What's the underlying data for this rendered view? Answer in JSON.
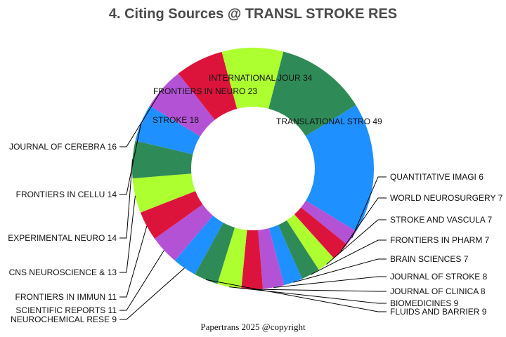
{
  "footer": "Papertrans 2025 @copyright",
  "colors": {
    "blue": "#1e90ff",
    "purple": "#b452d6",
    "red": "#dc143c",
    "lime": "#adff2f",
    "green": "#2e8b57"
  },
  "chart_data": {
    "type": "pie",
    "donut": true,
    "title": "4. Citing Sources @ TRANSL STROKE RES",
    "slices": [
      {
        "label": "TRANSLATIONAL STRO",
        "value": 49,
        "color": "#1e90ff"
      },
      {
        "label": "QUANTITATIVE IMAGI",
        "value": 6,
        "color": "#b452d6"
      },
      {
        "label": "WORLD NEUROSURGERY",
        "value": 7,
        "color": "#dc143c"
      },
      {
        "label": "STROKE AND VASCULA",
        "value": 7,
        "color": "#adff2f"
      },
      {
        "label": "FRONTIERS IN PHARM",
        "value": 7,
        "color": "#2e8b57"
      },
      {
        "label": "BRAIN SCIENCES",
        "value": 7,
        "color": "#1e90ff"
      },
      {
        "label": "JOURNAL OF STROKE ",
        "value": 8,
        "color": "#b452d6"
      },
      {
        "label": "JOURNAL OF CLINICA",
        "value": 8,
        "color": "#dc143c"
      },
      {
        "label": "BIOMEDICINES",
        "value": 9,
        "color": "#adff2f"
      },
      {
        "label": "FLUIDS AND BARRIER",
        "value": 9,
        "color": "#2e8b57"
      },
      {
        "label": "NEUROCHEMICAL RESE",
        "value": 9,
        "color": "#1e90ff"
      },
      {
        "label": "SCIENTIFIC REPORTS",
        "value": 11,
        "color": "#b452d6"
      },
      {
        "label": "FRONTIERS IN IMMUN",
        "value": 11,
        "color": "#dc143c"
      },
      {
        "label": "CNS NEUROSCIENCE &",
        "value": 13,
        "color": "#adff2f"
      },
      {
        "label": "EXPERIMENTAL NEURO",
        "value": 14,
        "color": "#2e8b57"
      },
      {
        "label": "FRONTIERS IN CELLU",
        "value": 14,
        "color": "#1e90ff"
      },
      {
        "label": "JOURNAL OF CEREBRA",
        "value": 16,
        "color": "#b452d6"
      },
      {
        "label": "STROKE",
        "value": 18,
        "color": "#dc143c"
      },
      {
        "label": "FRONTIERS IN NEURO",
        "value": 23,
        "color": "#adff2f"
      },
      {
        "label": "INTERNATIONAL JOUR",
        "value": 34,
        "color": "#2e8b57"
      }
    ]
  }
}
